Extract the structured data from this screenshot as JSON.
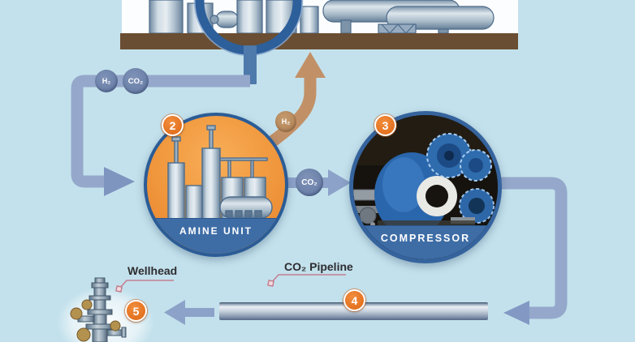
{
  "scene": {
    "background_color": "#c3e1ec",
    "ground_color": "#6a4e33",
    "pipe_color": "#95a8cb",
    "accent_orange": "#e2701f",
    "band_blue": "#3e6da6",
    "badges": {
      "step2": "2",
      "step3": "3",
      "step4": "4",
      "step5": "5"
    },
    "gases": {
      "h2_feed": "H₂",
      "co2_feed": "CO₂",
      "h2_return": "H₂",
      "co2_transfer": "CO₂"
    },
    "units": {
      "amine": "AMINE UNIT",
      "compressor": "COMPRESSOR"
    },
    "labels": {
      "wellhead": "Wellhead",
      "pipeline": "CO₂ Pipeline"
    }
  }
}
